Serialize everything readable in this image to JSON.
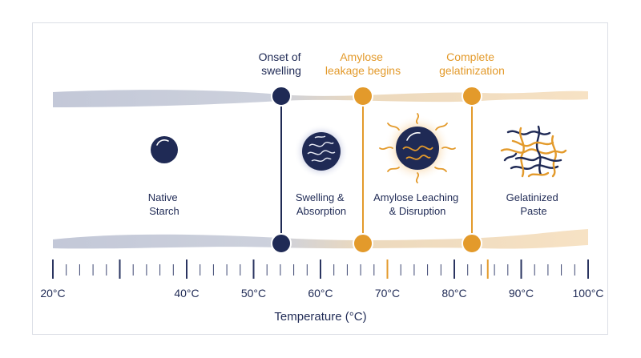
{
  "colors": {
    "navy": "#1f2a55",
    "gold": "#e39a2b",
    "band_cool": "#c9cedd",
    "band_warm": "#f3dcb8",
    "tick": "#2a3460",
    "frame": "#dcdfe6"
  },
  "milestones": [
    {
      "label_lines": [
        "Onset of",
        "swelling"
      ],
      "temp": 60,
      "color": "navy"
    },
    {
      "label_lines": [
        "Amylose",
        "leakage begins"
      ],
      "temp": 70,
      "color": "gold"
    },
    {
      "label_lines": [
        "Complete",
        "gelatinization"
      ],
      "temp": 85,
      "color": "gold"
    }
  ],
  "stages": [
    {
      "label_lines": [
        "Native",
        "Starch"
      ],
      "icon": "native-granule-icon"
    },
    {
      "label_lines": [
        "Swelling &",
        "Absorption"
      ],
      "icon": "swollen-granule-icon"
    },
    {
      "label_lines": [
        "Amylose Leaching",
        "& Disruption"
      ],
      "icon": "leaching-granule-icon"
    },
    {
      "label_lines": [
        "Gelatinized",
        "Paste"
      ],
      "icon": "gel-network-icon"
    }
  ],
  "axis": {
    "title": "Temperature (°C)",
    "min": 20,
    "max": 100,
    "major_ticks": [
      20,
      30,
      40,
      50,
      60,
      70,
      80,
      90,
      100
    ],
    "tick_labels": [
      "20°C",
      "40°C",
      "50°C",
      "60°C",
      "70°C",
      "80°C",
      "90°C",
      "100°C"
    ],
    "tick_label_values": [
      20,
      40,
      50,
      60,
      70,
      80,
      90,
      100
    ],
    "minor_per_major": 4
  }
}
